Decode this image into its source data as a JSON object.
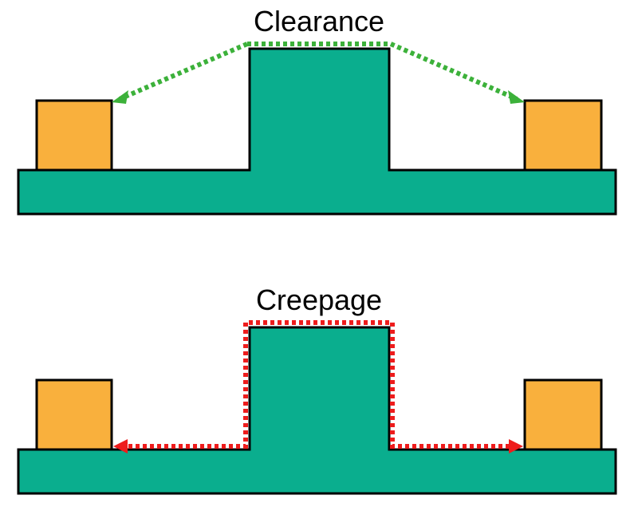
{
  "colors": {
    "board": "#0aae8e",
    "pad": "#f9b03d",
    "outline": "#000000",
    "clearance_path": "#3cb13a",
    "creepage_path": "#ee1c1c"
  },
  "panels": {
    "clearance": {
      "title": "Clearance",
      "path_style": "dotted straight-line arrows through the air"
    },
    "creepage": {
      "title": "Creepage",
      "path_style": "dotted arrows along the surface contour"
    }
  }
}
